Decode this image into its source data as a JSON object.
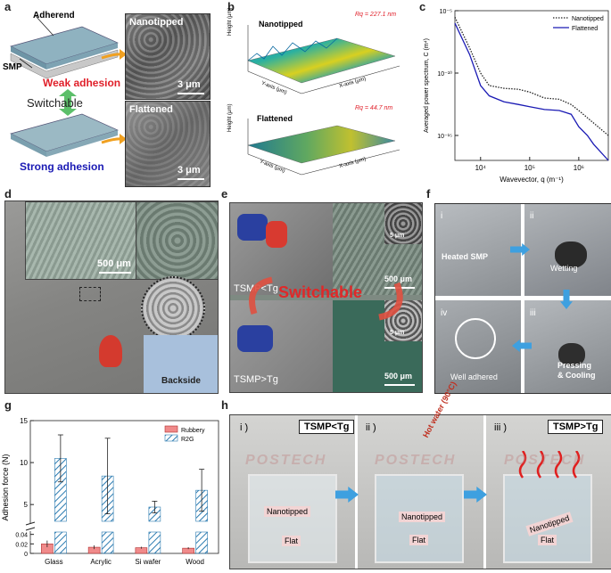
{
  "panels": {
    "a": {
      "label": "a",
      "adherend": "Adherend",
      "smp": "SMP",
      "weak": "Weak adhesion",
      "switchable": "Switchable",
      "strong": "Strong adhesion",
      "sem_top_label": "Nanotipped",
      "sem_bottom_label": "Flattened",
      "scale": "3 μm",
      "colors": {
        "weak": "#e0202a",
        "strong": "#1a1ab4",
        "switch": "#5cbf6a"
      }
    },
    "b": {
      "label": "b",
      "top_title": "Nanotipped",
      "top_rq": "Rq = 227.1 nm",
      "bottom_title": "Flattened",
      "bottom_rq": "Rq = 44.7 nm",
      "zlabel": "Height (μm)",
      "xlabel": "X-axis (μm)",
      "ylabel": "Y-axis (μm)"
    },
    "c": {
      "label": "c"
    },
    "d": {
      "label": "d",
      "scale": "500 μm",
      "backside": "Backside"
    },
    "e": {
      "label": "e",
      "top_cond": "TSMP<Tg",
      "bottom_cond": "TSMP>Tg",
      "switchable": "Switchable",
      "scale_top_small": "5 μm",
      "scale_top": "500 μm",
      "scale_bottom_small": "5 μm",
      "scale_bottom": "500 μm"
    },
    "f": {
      "label": "f",
      "i": "i",
      "ii": "ii",
      "iii": "iii",
      "iv": "iv",
      "heated": "Heated SMP",
      "wetting": "Wetting",
      "pressing": "Pressing",
      "cooling": "& Cooling",
      "adhered": "Well adhered"
    },
    "g": {
      "label": "g"
    },
    "h": {
      "label": "h",
      "i": "i )",
      "ii": "ii )",
      "iii": "iii )",
      "cond_left": "TSMP<Tg",
      "cond_right": "TSMP>Tg",
      "hot_water": "Hot water",
      "hot_temp": "(90°C)",
      "nanotipped": "Nanotipped",
      "flat": "Flat",
      "watermark": "POSTECH"
    }
  },
  "chart_data": [
    {
      "type": "line",
      "panel": "c",
      "xlabel": "Wavevector, q (m⁻¹)",
      "ylabel": "Averaged power spectrum, C (m⁴)",
      "xscale": "log",
      "yscale": "log",
      "xticks": [
        "10⁴",
        "10⁵",
        "10⁶"
      ],
      "yticks": [
        "10⁻⁵",
        "10⁻¹⁰",
        "10⁻¹⁵"
      ],
      "xlim": [
        3000,
        4000000
      ],
      "ylim": [
        1e-17,
        1e-05
      ],
      "legend_position": "top-right",
      "series": [
        {
          "name": "Nanotipped",
          "style": "dotted",
          "color": "#222222",
          "x": [
            3000,
            6000,
            10000,
            15000,
            30000,
            60000,
            100000,
            200000,
            400000,
            700000,
            1000000,
            2000000,
            4000000
          ],
          "y": [
            3e-06,
            1e-08,
            1e-10,
            1e-11,
            6e-12,
            5e-12,
            3e-12,
            1e-12,
            8e-13,
            3e-13,
            1e-13,
            1e-14,
            1e-15
          ]
        },
        {
          "name": "Flattened",
          "style": "solid",
          "color": "#1a1ab4",
          "x": [
            3000,
            6000,
            10000,
            15000,
            30000,
            60000,
            100000,
            200000,
            400000,
            700000,
            1000000,
            1500000,
            2000000,
            4000000
          ],
          "y": [
            1e-06,
            3e-09,
            1e-11,
            1.5e-12,
            5e-13,
            3e-13,
            2e-13,
            1.2e-13,
            1e-13,
            5e-14,
            5e-15,
            1e-15,
            2e-16,
            1e-17
          ]
        }
      ]
    },
    {
      "type": "bar",
      "panel": "g",
      "ylabel": "Adhesion force (N)",
      "categories": [
        "Glass",
        "Acrylic",
        "Si wafer",
        "Wood"
      ],
      "yticks_upper": [
        "5",
        "10",
        "15"
      ],
      "yticks_lower": [
        "0",
        "0.02",
        "0.04"
      ],
      "legend_position": "top-right",
      "series": [
        {
          "name": "Rubbery",
          "color": "#f08a8a",
          "values": [
            0.02,
            0.013,
            0.012,
            0.011
          ],
          "errors": [
            0.007,
            0.004,
            0.002,
            0.002
          ]
        },
        {
          "name": "R2G",
          "color": "#6aaed6",
          "hatch": true,
          "values": [
            10.5,
            8.4,
            4.7,
            6.7
          ],
          "errors": [
            2.8,
            4.5,
            0.7,
            2.5
          ]
        }
      ]
    }
  ]
}
